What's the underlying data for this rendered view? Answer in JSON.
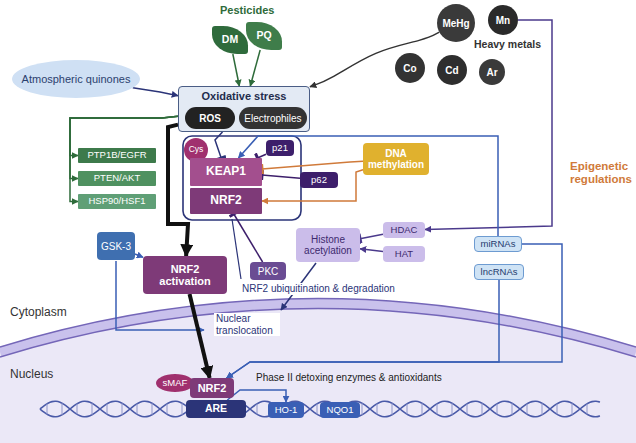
{
  "diagram": {
    "nodes": [
      {
        "text": [
          "Atmospheric quinones"
        ]
      },
      {
        "text": [
          "DM"
        ]
      },
      {
        "text": [
          "PQ"
        ]
      },
      {
        "text": [
          "MeHg"
        ]
      },
      {
        "text": [
          "Mn"
        ]
      },
      {
        "text": [
          "Co"
        ]
      },
      {
        "text": [
          "Cd"
        ]
      },
      {
        "text": [
          "Ar"
        ]
      },
      {
        "text": [
          "Oxidative stress"
        ]
      },
      {
        "text": [
          "ROS"
        ],
        "in": 8
      },
      {
        "text": [
          "Electrophiles"
        ],
        "in": 8
      },
      {
        "text": [
          "PTP1B/EGFR"
        ]
      },
      {
        "text": [
          "PTEN/AKT"
        ]
      },
      {
        "text": [
          "HSP90/HSF1"
        ]
      },
      {
        "text": [
          "Cys"
        ]
      },
      {
        "text": [
          "KEAP1"
        ]
      },
      {
        "text": [
          "NRF2"
        ]
      },
      {
        "text": [
          "p21"
        ]
      },
      {
        "text": [
          "p62"
        ]
      },
      {
        "text": [
          "DNA methylation"
        ]
      },
      {
        "text": [
          "Histone acetylation"
        ]
      },
      {
        "text": [
          "HDAC"
        ]
      },
      {
        "text": [
          "HAT"
        ]
      },
      {
        "text": [
          "miRNAs"
        ]
      },
      {
        "text": [
          "lncRNAs"
        ]
      },
      {
        "text": [
          "GSK-3"
        ]
      },
      {
        "text": [
          "PKC"
        ]
      },
      {
        "text": [
          "NRF2 activation"
        ]
      },
      {
        "text": [
          "sMAF"
        ]
      },
      {
        "text": [
          "NRF2"
        ]
      },
      {
        "text": [
          "ARE"
        ]
      },
      {
        "text": [
          "HO-1"
        ]
      },
      {
        "text": [
          "NQO1"
        ]
      }
    ],
    "edges": [
      {
        "from": 0,
        "to": 8,
        "arrow": "to"
      },
      {
        "from": 1,
        "to": 8,
        "arrow": "to"
      },
      {
        "from": 2,
        "to": 8,
        "arrow": "to"
      },
      {
        "from": 3,
        "to": 8,
        "arrow": "to"
      },
      {
        "from": 8,
        "to": 11,
        "arrow": "to"
      },
      {
        "from": 8,
        "to": 12,
        "arrow": "to"
      },
      {
        "from": 8,
        "to": 13,
        "arrow": "to"
      },
      {
        "from": 8,
        "to": 15,
        "arrow": "none"
      },
      {
        "from": 8,
        "to": 27,
        "arrow": "to"
      },
      {
        "from": 17,
        "to": 15,
        "arrow": "none"
      },
      {
        "from": 18,
        "to": 15,
        "arrow": "none"
      },
      {
        "from": 19,
        "to": 15,
        "arrow": "none"
      },
      {
        "from": 19,
        "to": 16,
        "arrow": "to"
      },
      {
        "from": 4,
        "to": 21,
        "arrow": "to"
      },
      {
        "from": 21,
        "to": 20,
        "arrow": "none"
      },
      {
        "from": 22,
        "to": 20,
        "arrow": "to"
      },
      {
        "from": 26,
        "to": 16,
        "arrow": "none"
      },
      {
        "from": 25,
        "to": 27,
        "arrow": "to"
      },
      {
        "from": 23,
        "to": 15,
        "arrow": "to"
      },
      {
        "from": 23,
        "to": 29,
        "arrow": "to"
      },
      {
        "from": 24,
        "to": 29,
        "arrow": "to"
      },
      {
        "from": 27,
        "to": 29,
        "arrow": "to"
      },
      {
        "from": 30,
        "to": 31,
        "arrow": "to"
      }
    ],
    "labels": [
      "Pesticides",
      "Heavy metals",
      "Epigenetic regulations",
      "NRF2 ubiquitination & degradation",
      "Nuclear translocation",
      "Cytoplasm",
      "Nucleus",
      "Phase II detoxing enzymes & antioxidants"
    ]
  }
}
